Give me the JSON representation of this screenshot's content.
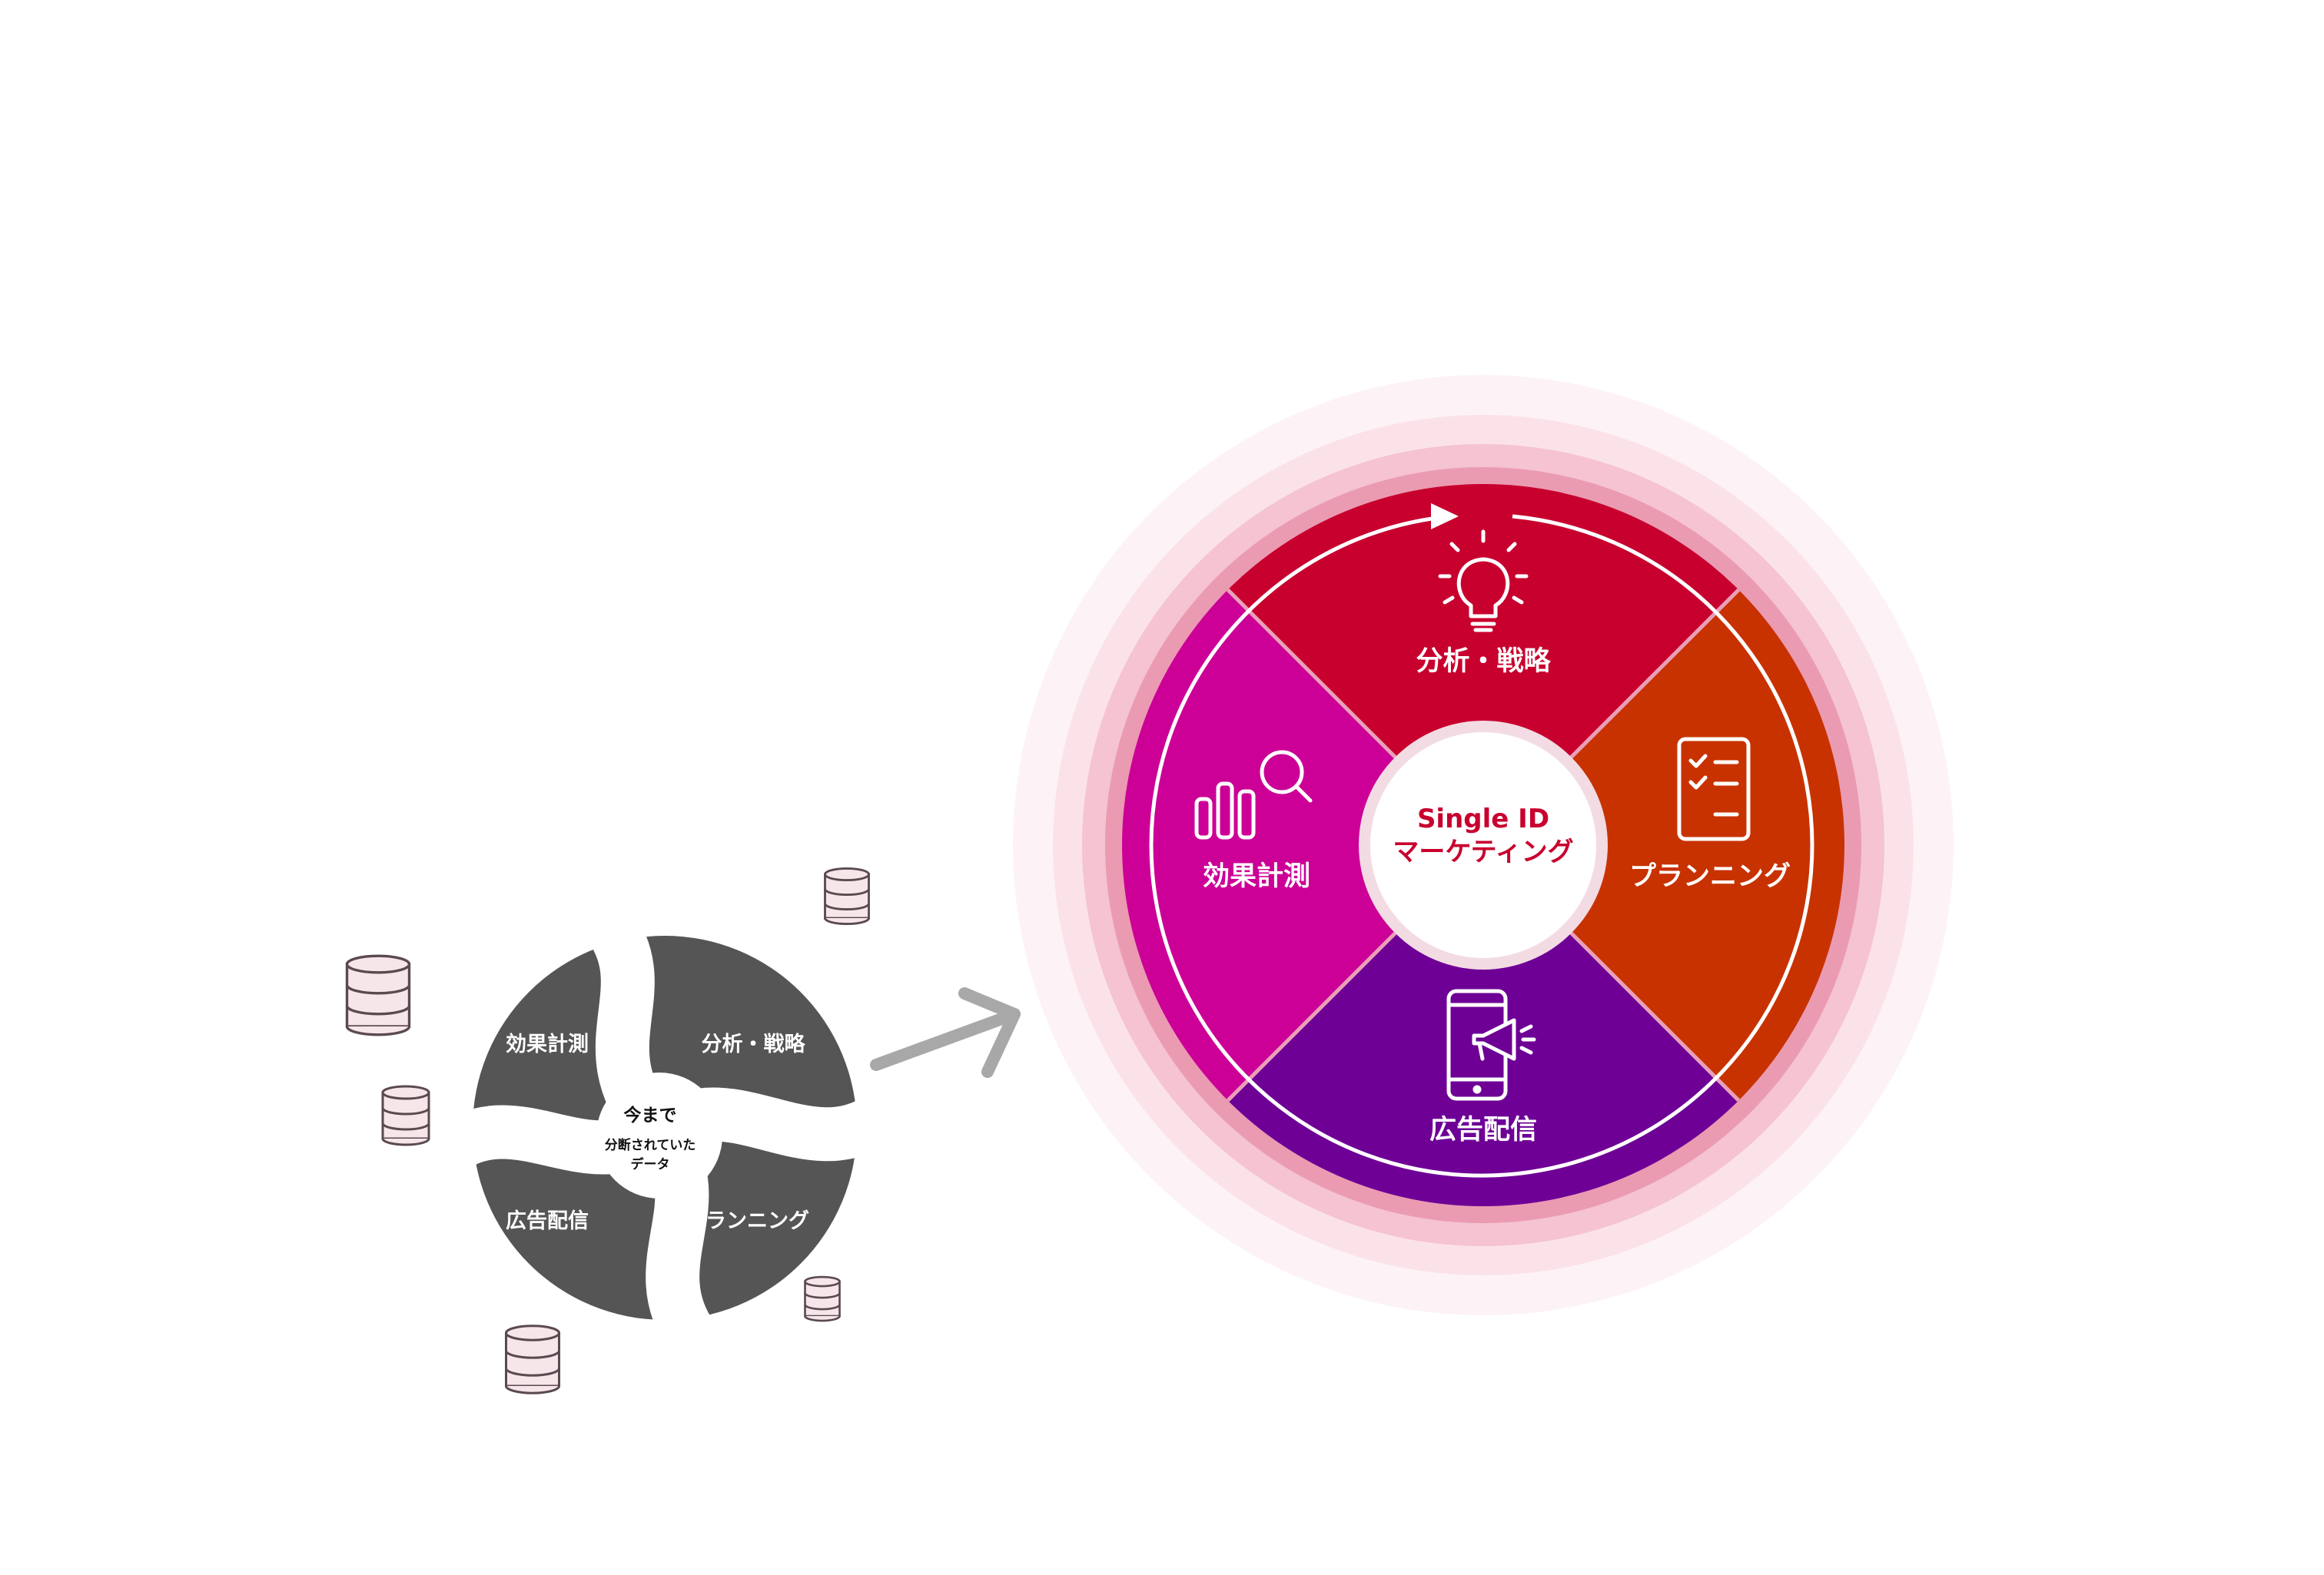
{
  "colors": {
    "old_segment": "#555555",
    "analysis": "#c8002e",
    "planning": "#c83200",
    "ad": "#6e0096",
    "measurement": "#cc0096",
    "core_text": "#c8002e",
    "halo_outer": "#fbe7ec",
    "halo_mid": "#f4c6d2",
    "halo_inner": "#ea9bb2",
    "arrow": "#a8a8a8",
    "db_fill": "#f6e6ea"
  },
  "before": {
    "center_title": "今まで",
    "center_line1": "分断されていた",
    "center_line2": "データ",
    "segments": {
      "top_left": "効果計測",
      "top_right": "分析・戦略",
      "bottom_left": "広告配信",
      "bottom_right": "プランニング"
    },
    "icons": [
      "database-icon",
      "database-icon",
      "database-icon",
      "database-icon",
      "database-icon",
      "database-icon"
    ]
  },
  "transition_icon": "arrow-right-icon",
  "after": {
    "core_line1": "Single ID",
    "core_line2": "マーケティング",
    "segments": {
      "top": {
        "label": "分析・戦略",
        "icon": "lightbulb-icon"
      },
      "right": {
        "label": "プランニング",
        "icon": "checklist-icon"
      },
      "bottom": {
        "label": "広告配信",
        "icon": "smartphone-megaphone-icon"
      },
      "left": {
        "label": "効果計測",
        "icon": "bar-chart-search-icon"
      }
    },
    "cycle_icon": "cycle-arrow-icon"
  }
}
